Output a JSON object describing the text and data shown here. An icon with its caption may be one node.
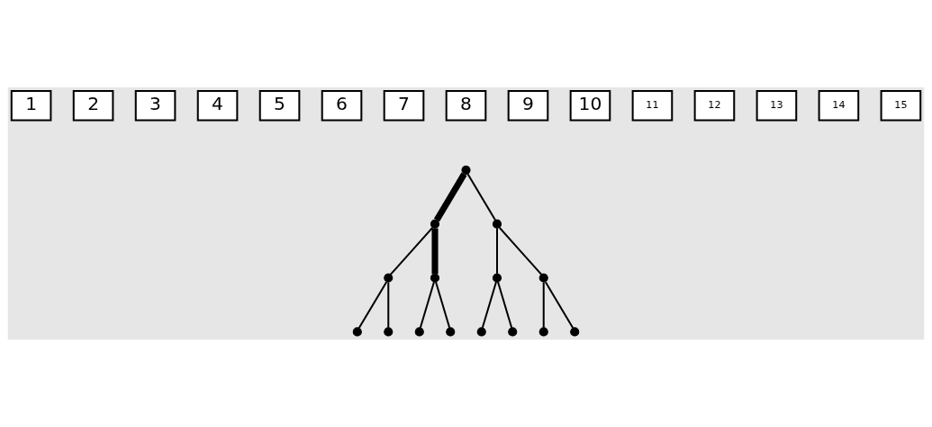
{
  "diagram": {
    "nodes": [
      {
        "text": [
          "1"
        ]
      },
      {
        "text": [
          "2"
        ]
      },
      {
        "text": [
          "3"
        ]
      },
      {
        "text": [
          "4"
        ]
      },
      {
        "text": [
          "5"
        ]
      },
      {
        "text": [
          "6"
        ]
      },
      {
        "text": [
          "7"
        ]
      },
      {
        "text": [
          "8"
        ]
      },
      {
        "text": [
          "9"
        ]
      },
      {
        "text": [
          "10"
        ]
      },
      {
        "text": [
          "11"
        ]
      },
      {
        "text": [
          "12"
        ]
      },
      {
        "text": [
          "13"
        ]
      },
      {
        "text": [
          "14"
        ]
      },
      {
        "text": [
          "15"
        ]
      },
      {
        "text": [],
        "shape": "circle"
      },
      {
        "text": [],
        "shape": "circle"
      },
      {
        "text": [],
        "shape": "circle"
      },
      {
        "text": [],
        "shape": "circle"
      },
      {
        "text": [],
        "shape": "circle"
      },
      {
        "text": [],
        "shape": "circle"
      },
      {
        "text": [],
        "shape": "circle"
      },
      {
        "text": [],
        "shape": "circle"
      },
      {
        "text": [],
        "shape": "circle"
      },
      {
        "text": [],
        "shape": "circle"
      },
      {
        "text": [],
        "shape": "circle"
      },
      {
        "text": [],
        "shape": "circle"
      },
      {
        "text": [],
        "shape": "circle"
      },
      {
        "text": [],
        "shape": "circle"
      },
      {
        "text": [],
        "shape": "circle"
      }
    ],
    "edges": [
      {
        "from": 15,
        "to": 16,
        "arrow": "none",
        "style": "thick"
      },
      {
        "from": 15,
        "to": 17,
        "arrow": "none"
      },
      {
        "from": 16,
        "to": 18,
        "arrow": "none"
      },
      {
        "from": 16,
        "to": 19,
        "arrow": "none",
        "style": "thick"
      },
      {
        "from": 17,
        "to": 20,
        "arrow": "none"
      },
      {
        "from": 17,
        "to": 21,
        "arrow": "none"
      },
      {
        "from": 18,
        "to": 22,
        "arrow": "none"
      },
      {
        "from": 18,
        "to": 23,
        "arrow": "none"
      },
      {
        "from": 19,
        "to": 24,
        "arrow": "none"
      },
      {
        "from": 19,
        "to": 25,
        "arrow": "none"
      },
      {
        "from": 20,
        "to": 26,
        "arrow": "none"
      },
      {
        "from": 20,
        "to": 27,
        "arrow": "none"
      },
      {
        "from": 21,
        "to": 28,
        "arrow": "none"
      },
      {
        "from": 21,
        "to": 29,
        "arrow": "none"
      }
    ]
  }
}
